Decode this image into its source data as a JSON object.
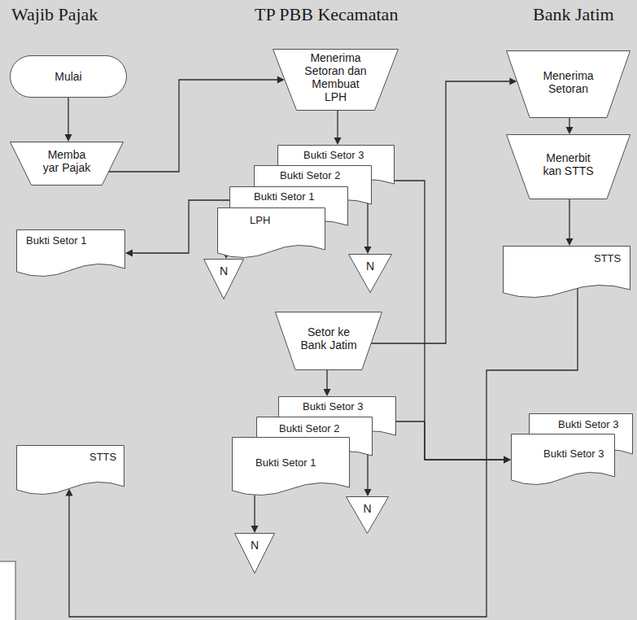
{
  "diagram": {
    "nodes": [
      {
        "text": [
          "Mulai"
        ]
      },
      {
        "text": [
          "Memba yar Pajak"
        ]
      },
      {
        "text": [
          "Menerima Setoran dan Membuat LPH"
        ]
      },
      {
        "text": [
          "Bukti Setor 3"
        ]
      },
      {
        "text": [
          "Bukti Setor 2"
        ]
      },
      {
        "text": [
          "Bukti Setor 1"
        ]
      },
      {
        "text": [
          "LPH"
        ]
      },
      {
        "text": [
          "Bukti Setor 1"
        ]
      },
      {
        "text": [
          "N"
        ]
      },
      {
        "text": [
          "N"
        ]
      },
      {
        "text": [
          "Setor ke Bank Jatim"
        ]
      },
      {
        "text": [
          "Bukti Setor 3"
        ]
      },
      {
        "text": [
          "Bukti Setor 2"
        ]
      },
      {
        "text": [
          "Bukti Setor 1"
        ]
      },
      {
        "text": [
          "N"
        ]
      },
      {
        "text": [
          "N"
        ]
      },
      {
        "text": [
          "STTS"
        ]
      },
      {
        "text": [
          "Menerima Setoran"
        ]
      },
      {
        "text": [
          "Menerbit kan STTS"
        ]
      },
      {
        "text": [
          "STTS"
        ]
      },
      {
        "text": [
          "Bukti Setor 3"
        ]
      },
      {
        "text": [
          "Bukti Setor 3"
        ]
      }
    ],
    "edges": [
      {
        "from": 0,
        "to": 1,
        "arrow": "to"
      },
      {
        "from": 1,
        "to": 2,
        "arrow": "to"
      },
      {
        "from": 2,
        "to": 3,
        "arrow": "to"
      },
      {
        "from": 5,
        "to": 7,
        "arrow": "to"
      },
      {
        "from": 6,
        "to": 8,
        "arrow": "to"
      },
      {
        "from": 4,
        "to": 9,
        "arrow": "to"
      },
      {
        "from": 3,
        "to": 21,
        "arrow": "to"
      },
      {
        "from": 11,
        "to": 21,
        "arrow": "to"
      },
      {
        "from": 10,
        "to": 17,
        "arrow": "to"
      },
      {
        "from": 10,
        "to": 11,
        "arrow": "to"
      },
      {
        "from": 13,
        "to": 14,
        "arrow": "to"
      },
      {
        "from": 12,
        "to": 15,
        "arrow": "to"
      },
      {
        "from": 17,
        "to": 18,
        "arrow": "to"
      },
      {
        "from": 18,
        "to": 19,
        "arrow": "to"
      },
      {
        "from": 19,
        "to": 16,
        "arrow": "to"
      }
    ],
    "labels": [
      "Wajib Pajak",
      "TP PBB Kecamatan",
      "Bank Jatim"
    ]
  }
}
